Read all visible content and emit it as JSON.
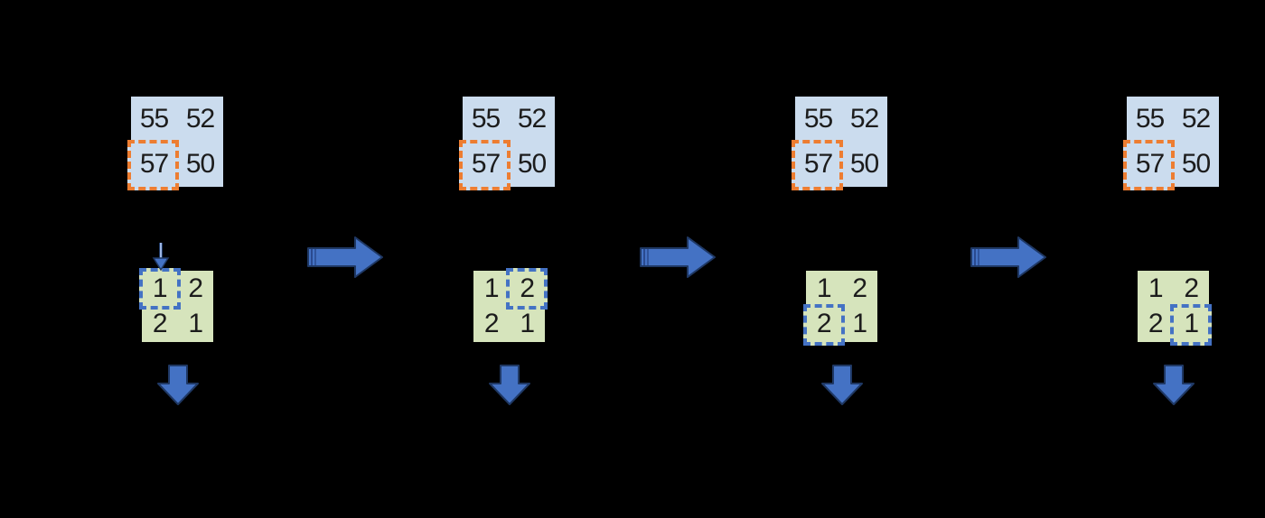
{
  "background": "#000000",
  "colors": {
    "input_matrix_fill": "#cbdcee",
    "kernel_matrix_fill": "#d6e4bc",
    "highlight_orange": "#ed7d31",
    "accent_blue": "#4472c4",
    "arrow_outline": "#1f3864",
    "text": "#1c1c1c"
  },
  "panels": [
    {
      "name": "step-1",
      "input": {
        "rows": [
          [
            "55",
            "52"
          ],
          [
            "57",
            "50"
          ]
        ],
        "highlight": {
          "row": 1,
          "col": 0,
          "value": "57"
        }
      },
      "kernel": {
        "rows": [
          [
            "1",
            "2"
          ],
          [
            "2",
            "1"
          ]
        ],
        "highlight": {
          "row": 0,
          "col": 0,
          "value": "1"
        }
      },
      "pointer_arrow": true
    },
    {
      "name": "step-2",
      "input": {
        "rows": [
          [
            "55",
            "52"
          ],
          [
            "57",
            "50"
          ]
        ],
        "highlight": {
          "row": 1,
          "col": 0,
          "value": "57"
        }
      },
      "kernel": {
        "rows": [
          [
            "1",
            "2"
          ],
          [
            "2",
            "1"
          ]
        ],
        "highlight": {
          "row": 0,
          "col": 1,
          "value": "2"
        }
      },
      "pointer_arrow": false
    },
    {
      "name": "step-3",
      "input": {
        "rows": [
          [
            "55",
            "52"
          ],
          [
            "57",
            "50"
          ]
        ],
        "highlight": {
          "row": 1,
          "col": 0,
          "value": "57"
        }
      },
      "kernel": {
        "rows": [
          [
            "1",
            "2"
          ],
          [
            "2",
            "1"
          ]
        ],
        "highlight": {
          "row": 1,
          "col": 0,
          "value": "2"
        }
      },
      "pointer_arrow": false
    },
    {
      "name": "step-4",
      "input": {
        "rows": [
          [
            "55",
            "52"
          ],
          [
            "57",
            "50"
          ]
        ],
        "highlight": {
          "row": 1,
          "col": 1,
          "value": "57"
        }
      },
      "kernel": {
        "rows": [
          [
            "1",
            "2"
          ],
          [
            "2",
            "1"
          ]
        ],
        "highlight": {
          "row": 1,
          "col": 1,
          "value": "1"
        }
      },
      "pointer_arrow": false
    }
  ],
  "icons": {
    "right_arrow": "right-arrow",
    "down_arrow": "down-arrow",
    "pointer_arrow": "down-pointer"
  }
}
